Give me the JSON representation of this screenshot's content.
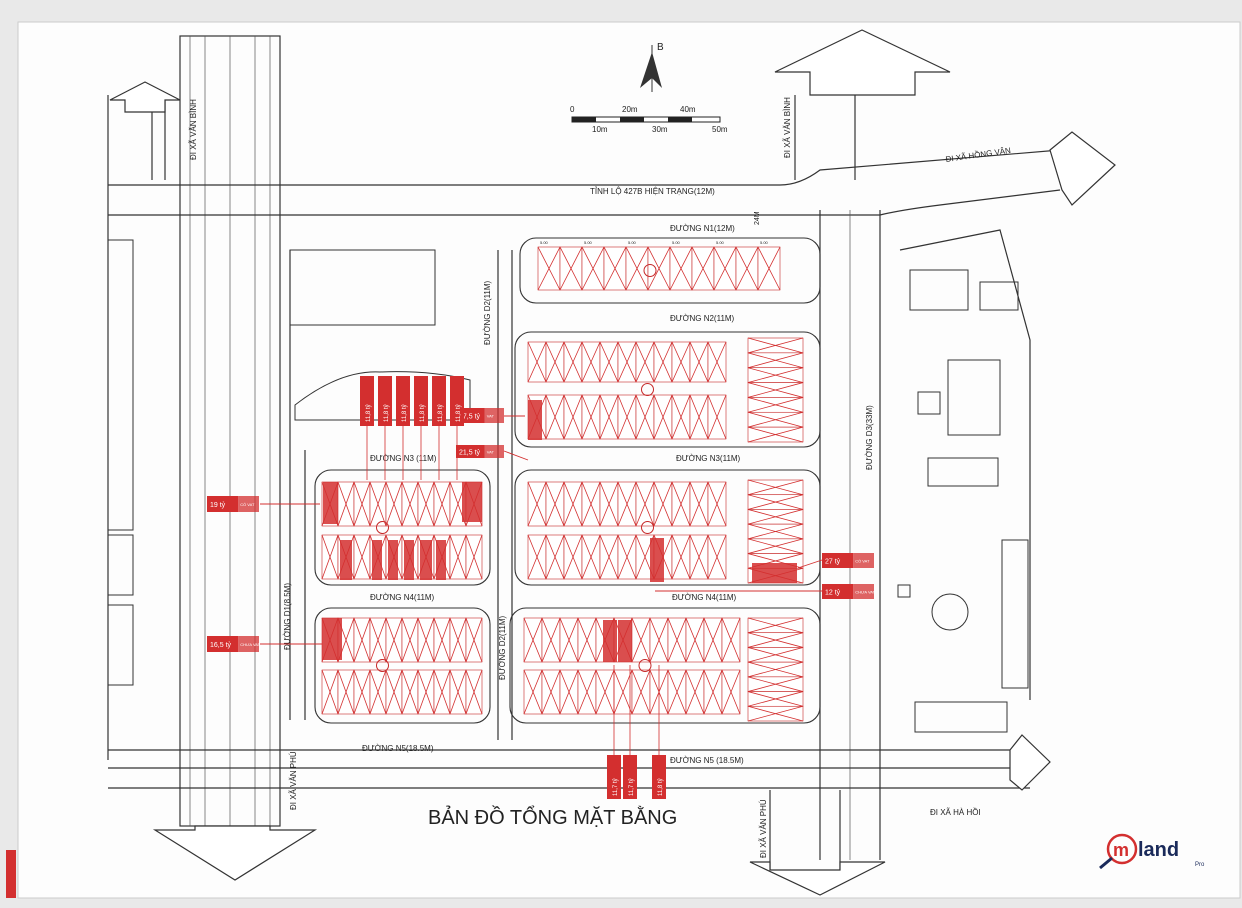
{
  "map": {
    "title": "BẢN ĐỒ TỔNG MẶT BẰNG",
    "north_label": "B",
    "scale_top": [
      "0",
      "20m",
      "40m"
    ],
    "scale_bottom": [
      "10m",
      "30m",
      "50m"
    ],
    "roads": {
      "tl427b": "TỈNH LỘ 427B HIỆN TRẠNG(12M)",
      "n1": "ĐƯỜNG N1(12M)",
      "n2": "ĐƯỜNG N2(11M)",
      "n3_left": "ĐƯỜNG N3 (11M)",
      "n3_right": "ĐƯỜNG N3(11M)",
      "n4_left": "ĐƯỜNG N4(11M)",
      "n4_right": "ĐƯỜNG N4(11M)",
      "n5_left": "ĐƯỜNG N5(18.5M)",
      "n5_right": "ĐƯỜNG N5 (18.5M)",
      "d1": "ĐƯỜNG D1(8.5M)",
      "d2_top": "ĐƯỜNG D2(11M)",
      "d2_bottom": "ĐƯỜNG D2(11M)",
      "d3": "ĐƯỜNG D3(33M)",
      "width_24m": "24M"
    },
    "directions": {
      "van_binh_left": "ĐI XÃ VĂN BÌNH",
      "van_binh_top": "ĐI XÃ VĂN BÌNH",
      "hong_van": "ĐI XÃ HỒNG VÂN",
      "van_phu_left": "ĐI XÃ VĂN PHÚ",
      "van_phu_bottom": "ĐI XÃ VĂN PHÚ",
      "ha_hoi": "ĐI XÃ HÀ HỒI"
    },
    "price_tags": [
      {
        "id": "p1",
        "price": "19 tỷ",
        "note": "CÓ VAT"
      },
      {
        "id": "p2",
        "price": "16,5 tỷ",
        "note": "CHƯA VAT"
      },
      {
        "id": "p3",
        "price": "17,5 tỷ",
        "note": "VAT"
      },
      {
        "id": "p4",
        "price": "21,5 tỷ",
        "note": "VAT"
      },
      {
        "id": "p5",
        "price": "27 tỷ",
        "note": "CÓ VAT"
      },
      {
        "id": "p6",
        "price": "12 tỷ",
        "note": "CHƯA VAT"
      }
    ],
    "vertical_tags": [
      "11,8 tỷ",
      "11,8 tỷ",
      "11,8 tỷ",
      "11,8 tỷ",
      "11,8 tỷ",
      "11,8 tỷ"
    ],
    "bottom_tags": [
      "11,7 tỷ",
      "11,7 tỷ",
      "11,8 tỷ"
    ],
    "plot_sizes": [
      "5.00",
      "5.00",
      "5.00",
      "5.00",
      "5.00",
      "5.00"
    ]
  },
  "brand": {
    "name": "land",
    "mark": "m",
    "sub": "Pro",
    "color": "#d32f2f"
  },
  "colors": {
    "sold": "#d32f2f",
    "line": "#333333"
  }
}
